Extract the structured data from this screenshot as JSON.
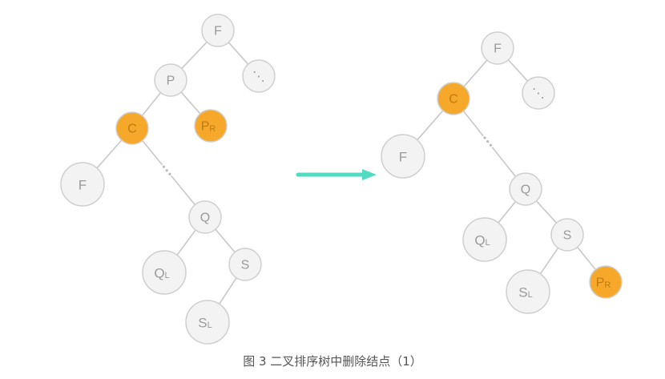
{
  "colors": {
    "node_fill": "#f3f3f3",
    "node_stroke": "#cfcfcf",
    "highlight_fill": "#f5a82a",
    "highlight_stroke": "#d8921a",
    "edge": "#c8c8c8",
    "arrow": "#4fdcc0"
  },
  "caption": "图 3 二叉排序树中删除结点（1）",
  "before_tree": {
    "nodes": [
      {
        "id": "F",
        "label": "F",
        "sub": "",
        "highlight": false
      },
      {
        "id": "P",
        "label": "P",
        "sub": "",
        "highlight": false
      },
      {
        "id": "ellipsis",
        "label": "⋱",
        "sub": "",
        "highlight": false
      },
      {
        "id": "C",
        "label": "C",
        "sub": "",
        "highlight": true
      },
      {
        "id": "PR",
        "label": "P",
        "sub": "R",
        "highlight": true
      },
      {
        "id": "F2",
        "label": "F",
        "sub": "",
        "highlight": false
      },
      {
        "id": "Q",
        "label": "Q",
        "sub": "",
        "highlight": false
      },
      {
        "id": "QL",
        "label": "Q",
        "sub": "L",
        "highlight": false
      },
      {
        "id": "S",
        "label": "S",
        "sub": "",
        "highlight": false
      },
      {
        "id": "SL",
        "label": "S",
        "sub": "L",
        "highlight": false
      }
    ]
  },
  "after_tree": {
    "nodes": [
      {
        "id": "F",
        "label": "F",
        "sub": "",
        "highlight": false
      },
      {
        "id": "ellipsis",
        "label": "⋱",
        "sub": "",
        "highlight": false
      },
      {
        "id": "C",
        "label": "C",
        "sub": "",
        "highlight": true
      },
      {
        "id": "F2",
        "label": "F",
        "sub": "",
        "highlight": false
      },
      {
        "id": "Q",
        "label": "Q",
        "sub": "",
        "highlight": false
      },
      {
        "id": "QL",
        "label": "Q",
        "sub": "L",
        "highlight": false
      },
      {
        "id": "S",
        "label": "S",
        "sub": "",
        "highlight": false
      },
      {
        "id": "SL",
        "label": "S",
        "sub": "L",
        "highlight": false
      },
      {
        "id": "PR",
        "label": "P",
        "sub": "R",
        "highlight": true
      }
    ]
  }
}
